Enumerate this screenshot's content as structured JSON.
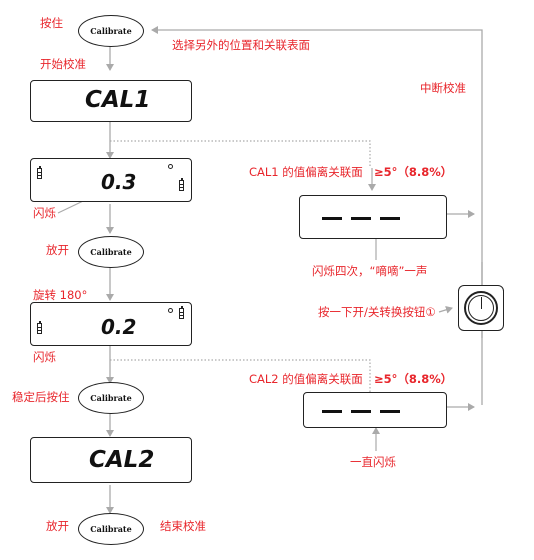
{
  "labels": {
    "press_hold": "按住",
    "start_calibration": "开始校准",
    "select_position": "选择另外的位置和关联表面",
    "abort_calibration": "中断校准",
    "cal1_deviation": "CAL1 的值偏离关联面",
    "cal1_threshold": "≥5°（8.8%）",
    "flash_1": "闪烁",
    "release_1": "放开",
    "flash_four_beep": "闪烁四次，“嘀嘀”一声",
    "rotate": "旋转 180°",
    "press_onoff": "按一下开/关转换按钮①",
    "flash_2": "闪烁",
    "cal2_deviation": "CAL2 的值偏离关联面",
    "cal2_threshold": "≥5°（8.8%）",
    "hold_when_stable": "稳定后按住",
    "keep_flashing": "一直闪烁",
    "release_2": "放开",
    "end_calibration": "结束校准"
  },
  "buttons": {
    "calibrate_1": "Calibrate",
    "calibrate_2": "Calibrate",
    "calibrate_3": "Calibrate",
    "calibrate_4": "Calibrate"
  },
  "displays": {
    "cal1": "CAL1",
    "reading_1": "0.3",
    "reading_2": "0.2",
    "cal2": "CAL2"
  },
  "colors": {
    "label_red": "#e8262c",
    "arrow_gray": "#aaaaaa"
  }
}
